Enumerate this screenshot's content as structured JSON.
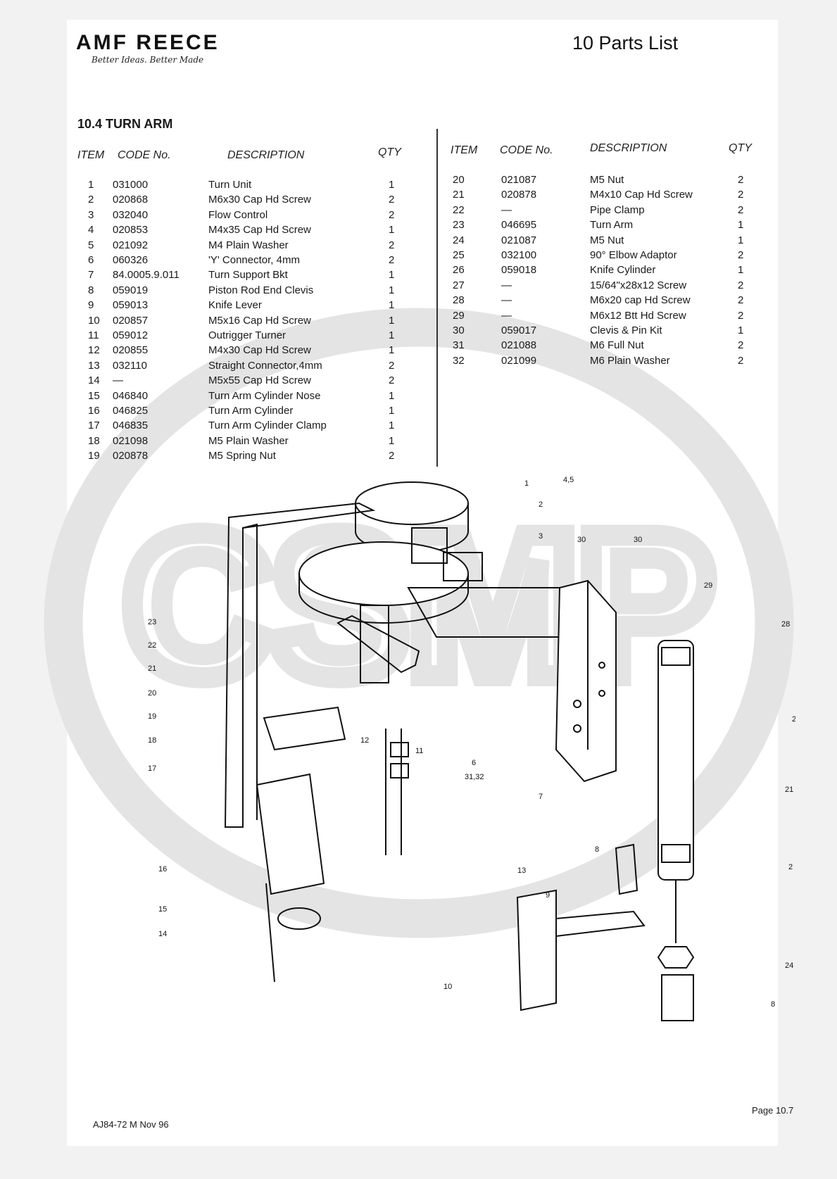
{
  "header": {
    "brand": "AMF REECE",
    "tagline": "Better Ideas. Better Made",
    "title": "10 Parts List"
  },
  "section": {
    "title": "10.4 TURN ARM"
  },
  "columns": {
    "item": "ITEM",
    "code": "CODE No.",
    "description": "DESCRIPTION",
    "qty": "QTY"
  },
  "left_rows": [
    {
      "item": "1",
      "code": "031000",
      "desc": "Turn Unit",
      "qty": "1"
    },
    {
      "item": "2",
      "code": "020868",
      "desc": "M6x30 Cap Hd Screw",
      "qty": "2"
    },
    {
      "item": "3",
      "code": "032040",
      "desc": "Flow Control",
      "qty": "2"
    },
    {
      "item": "4",
      "code": "020853",
      "desc": "M4x35 Cap Hd Screw",
      "qty": "1"
    },
    {
      "item": "5",
      "code": "021092",
      "desc": "M4 Plain Washer",
      "qty": "2"
    },
    {
      "item": "6",
      "code": "060326",
      "desc": "'Y' Connector, 4mm",
      "qty": "2"
    },
    {
      "item": "7",
      "code": "84.0005.9.011",
      "desc": "Turn Support Bkt",
      "qty": "1"
    },
    {
      "item": "8",
      "code": "059019",
      "desc": "Piston Rod End Clevis",
      "qty": "1"
    },
    {
      "item": "9",
      "code": "059013",
      "desc": "Knife Lever",
      "qty": "1"
    },
    {
      "item": "10",
      "code": "020857",
      "desc": "M5x16 Cap Hd Screw",
      "qty": "1"
    },
    {
      "item": "11",
      "code": "059012",
      "desc": "Outrigger Turner",
      "qty": "1"
    },
    {
      "item": "12",
      "code": "020855",
      "desc": "M4x30 Cap Hd Screw",
      "qty": "1"
    },
    {
      "item": "13",
      "code": "032110",
      "desc": "Straight Connector,4mm",
      "qty": "2"
    },
    {
      "item": "14",
      "code": "—",
      "desc": "M5x55 Cap Hd Screw",
      "qty": "2"
    },
    {
      "item": "15",
      "code": "046840",
      "desc": "Turn Arm Cylinder Nose",
      "qty": "1"
    },
    {
      "item": "16",
      "code": "046825",
      "desc": "Turn Arm Cylinder",
      "qty": "1"
    },
    {
      "item": "17",
      "code": "046835",
      "desc": "Turn Arm Cylinder Clamp",
      "qty": "1"
    },
    {
      "item": "18",
      "code": "021098",
      "desc": "M5 Plain Washer",
      "qty": "1"
    },
    {
      "item": "19",
      "code": "020878",
      "desc": "M5 Spring Nut",
      "qty": "2"
    }
  ],
  "right_rows": [
    {
      "item": "20",
      "code": "021087",
      "desc": "M5 Nut",
      "qty": "2"
    },
    {
      "item": "21",
      "code": "020878",
      "desc": "M4x10 Cap Hd Screw",
      "qty": "2"
    },
    {
      "item": "22",
      "code": "—",
      "desc": "Pipe Clamp",
      "qty": "2"
    },
    {
      "item": "23",
      "code": "046695",
      "desc": "Turn Arm",
      "qty": "1"
    },
    {
      "item": "24",
      "code": "021087",
      "desc": "M5 Nut",
      "qty": "1"
    },
    {
      "item": "25",
      "code": "032100",
      "desc": "90° Elbow Adaptor",
      "qty": "2"
    },
    {
      "item": "26",
      "code": "059018",
      "desc": "Knife Cylinder",
      "qty": "1"
    },
    {
      "item": "27",
      "code": "—",
      "desc": "15/64\"x28x12 Screw",
      "qty": "2"
    },
    {
      "item": "28",
      "code": "—",
      "desc": "M6x20 cap Hd Screw",
      "qty": "2"
    },
    {
      "item": "29",
      "code": "—",
      "desc": "M6x12 Btt Hd Screw",
      "qty": "2"
    },
    {
      "item": "30",
      "code": "059017",
      "desc": "Clevis & Pin Kit",
      "qty": "1"
    },
    {
      "item": "31",
      "code": "021088",
      "desc": "M6 Full Nut",
      "qty": "2"
    },
    {
      "item": "32",
      "code": "021099",
      "desc": "M6 Plain Washer",
      "qty": "2"
    }
  ],
  "callouts": [
    "1",
    "2",
    "3",
    "4,5",
    "30",
    "30",
    "29",
    "28",
    "23",
    "22",
    "21",
    "20",
    "19",
    "18",
    "17",
    "12",
    "11",
    "6",
    "31,32",
    "7",
    "2",
    "21",
    "2",
    "13",
    "16",
    "15",
    "14",
    "8",
    "9",
    "10",
    "24",
    "8"
  ],
  "watermark": "CSMP",
  "footer": {
    "doc_code": "AJ84-72 M Nov 96",
    "page": "Page 10.7"
  }
}
